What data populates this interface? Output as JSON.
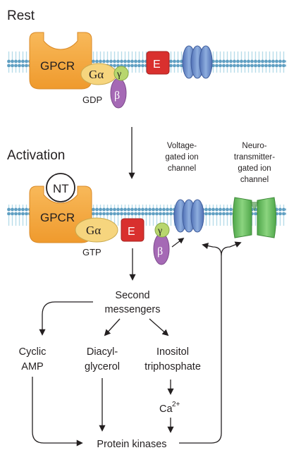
{
  "panels": {
    "rest": {
      "heading": "Rest",
      "gpcr": "GPCR",
      "g_alpha": "Gα",
      "gamma": "γ",
      "beta": "β",
      "nucleotide": "GDP",
      "effector": "E"
    },
    "activation": {
      "heading": "Activation",
      "neurotransmitter": "NT",
      "gpcr": "GPCR",
      "g_alpha": "Gα",
      "gamma": "γ",
      "beta": "β",
      "nucleotide": "GTP",
      "effector": "E",
      "voltage_channel_label": [
        "Voltage-",
        "gated ion",
        "channel"
      ],
      "nt_channel_label": [
        "Neuro-",
        "transmitter-",
        "gated ion",
        "channel"
      ]
    }
  },
  "pathway": {
    "second_messengers": [
      "Second",
      "messengers"
    ],
    "cyclic_amp": [
      "Cyclic",
      "AMP"
    ],
    "diacylglycerol": [
      "Diacyl-",
      "glycerol"
    ],
    "inositol_triphosphate": [
      "Inositol",
      "triphosphate"
    ],
    "calcium": "Ca",
    "calcium_charge": "2+",
    "protein_kinases": "Protein kinases"
  },
  "colors": {
    "gpcr": "#f5a640",
    "g_alpha": "#f6d57e",
    "gamma": "#b8d66e",
    "beta": "#a569b5",
    "effector": "#d9302e",
    "voltage_channel": "#6f8fcc",
    "nt_channel": "#6cc164",
    "membrane": "#9ed0e0"
  }
}
